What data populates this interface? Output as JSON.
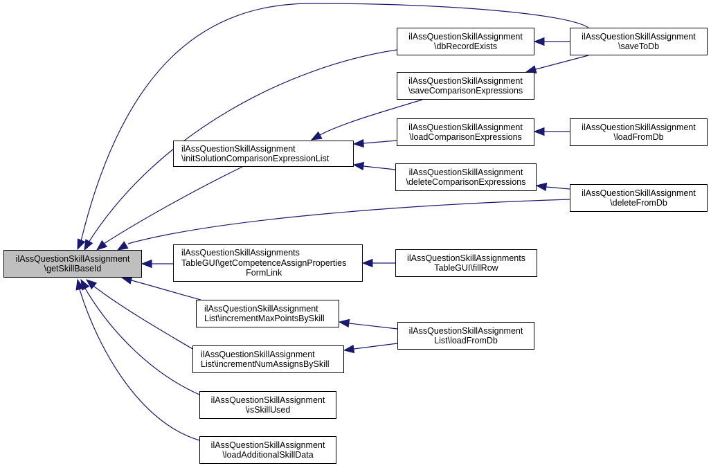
{
  "diagram": {
    "type": "call-graph",
    "edge_color": "#191970",
    "root_fill": "#bfbfbf",
    "nodes": [
      {
        "id": "getSkillBaseId",
        "lines": [
          "ilAssQuestionSkillAssignment",
          "\\getSkillBaseId"
        ],
        "root": true
      },
      {
        "id": "initSolutionComparisonExpressionList",
        "lines": [
          "ilAssQuestionSkillAssignment",
          "\\initSolutionComparisonExpressionList"
        ]
      },
      {
        "id": "dbRecordExists",
        "lines": [
          "ilAssQuestionSkillAssignment",
          "\\dbRecordExists"
        ]
      },
      {
        "id": "saveComparisonExpressions",
        "lines": [
          "ilAssQuestionSkillAssignment",
          "\\saveComparisonExpressions"
        ]
      },
      {
        "id": "loadComparisonExpressions",
        "lines": [
          "ilAssQuestionSkillAssignment",
          "\\loadComparisonExpressions"
        ]
      },
      {
        "id": "deleteComparisonExpressions",
        "lines": [
          "ilAssQuestionSkillAssignment",
          "\\deleteComparisonExpressions"
        ]
      },
      {
        "id": "saveToDb",
        "lines": [
          "ilAssQuestionSkillAssignment",
          "\\saveToDb"
        ]
      },
      {
        "id": "loadFromDb",
        "lines": [
          "ilAssQuestionSkillAssignment",
          "\\loadFromDb"
        ]
      },
      {
        "id": "deleteFromDb",
        "lines": [
          "ilAssQuestionSkillAssignment",
          "\\deleteFromDb"
        ]
      },
      {
        "id": "getCompetenceAssignPropertiesFormLink",
        "lines": [
          "ilAssQuestionSkillAssignments",
          "TableGUI\\getCompetenceAssignProperties",
          "FormLink"
        ]
      },
      {
        "id": "fillRow",
        "lines": [
          "ilAssQuestionSkillAssignments",
          "TableGUI\\fillRow"
        ]
      },
      {
        "id": "incrementMaxPointsBySkill",
        "lines": [
          "ilAssQuestionSkillAssignment",
          "List\\incrementMaxPointsBySkill"
        ]
      },
      {
        "id": "incrementNumAssignsBySkill",
        "lines": [
          "ilAssQuestionSkillAssignment",
          "List\\incrementNumAssignsBySkill"
        ]
      },
      {
        "id": "listLoadFromDb",
        "lines": [
          "ilAssQuestionSkillAssignment",
          "List\\loadFromDb"
        ]
      },
      {
        "id": "isSkillUsed",
        "lines": [
          "ilAssQuestionSkillAssignment",
          "\\isSkillUsed"
        ]
      },
      {
        "id": "loadAdditionalSkillData",
        "lines": [
          "ilAssQuestionSkillAssignment",
          "\\loadAdditionalSkillData"
        ]
      }
    ],
    "edges": [
      {
        "from": "saveToDb",
        "to": "getSkillBaseId"
      },
      {
        "from": "dbRecordExists",
        "to": "getSkillBaseId"
      },
      {
        "from": "initSolutionComparisonExpressionList",
        "to": "getSkillBaseId"
      },
      {
        "from": "deleteFromDb",
        "to": "getSkillBaseId"
      },
      {
        "from": "getCompetenceAssignPropertiesFormLink",
        "to": "getSkillBaseId"
      },
      {
        "from": "incrementMaxPointsBySkill",
        "to": "getSkillBaseId"
      },
      {
        "from": "incrementNumAssignsBySkill",
        "to": "getSkillBaseId"
      },
      {
        "from": "isSkillUsed",
        "to": "getSkillBaseId"
      },
      {
        "from": "loadAdditionalSkillData",
        "to": "getSkillBaseId"
      },
      {
        "from": "saveToDb",
        "to": "dbRecordExists"
      },
      {
        "from": "saveToDb",
        "to": "saveComparisonExpressions"
      },
      {
        "from": "saveComparisonExpressions",
        "to": "initSolutionComparisonExpressionList"
      },
      {
        "from": "loadComparisonExpressions",
        "to": "initSolutionComparisonExpressionList"
      },
      {
        "from": "deleteComparisonExpressions",
        "to": "initSolutionComparisonExpressionList"
      },
      {
        "from": "loadFromDb",
        "to": "loadComparisonExpressions"
      },
      {
        "from": "deleteFromDb",
        "to": "deleteComparisonExpressions"
      },
      {
        "from": "fillRow",
        "to": "getCompetenceAssignPropertiesFormLink"
      },
      {
        "from": "listLoadFromDb",
        "to": "incrementMaxPointsBySkill"
      },
      {
        "from": "listLoadFromDb",
        "to": "incrementNumAssignsBySkill"
      }
    ]
  }
}
